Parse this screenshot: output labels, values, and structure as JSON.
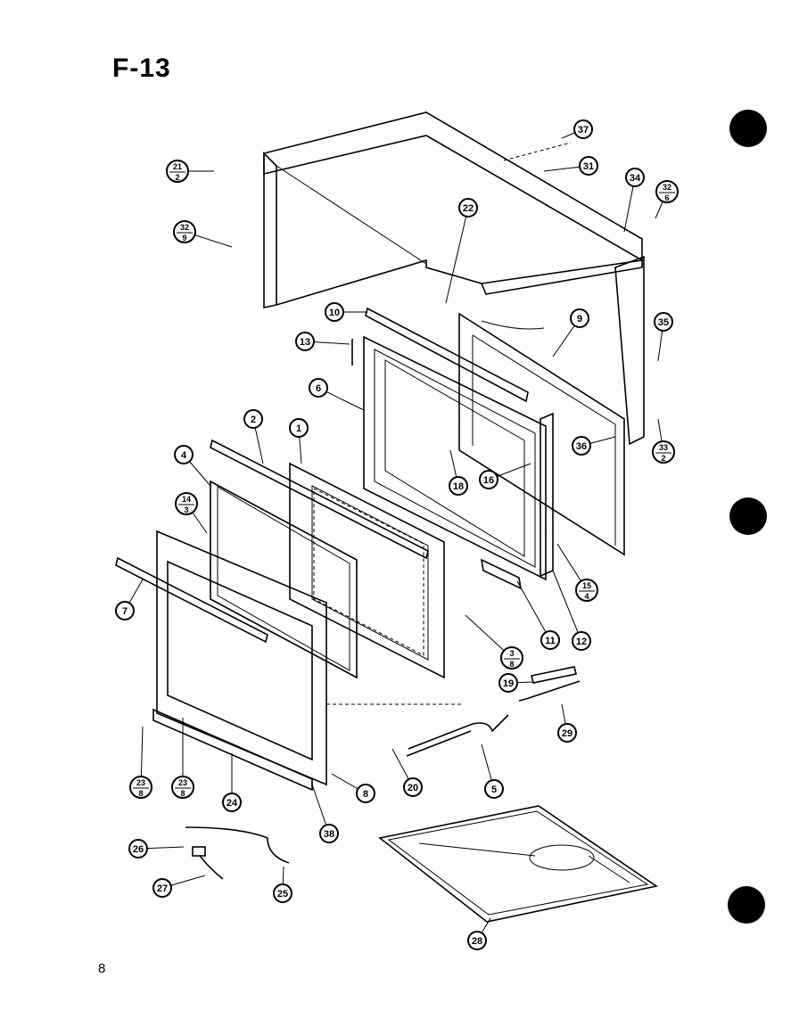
{
  "page": {
    "title": "F-13",
    "page_number": "8"
  },
  "callouts": [
    {
      "id": "c37",
      "text": "37"
    },
    {
      "id": "c31",
      "text": "31"
    },
    {
      "id": "c21-2",
      "text": "21",
      "sub": "2"
    },
    {
      "id": "c34",
      "text": "34"
    },
    {
      "id": "c32-6a",
      "text": "32",
      "sub": "6"
    },
    {
      "id": "c22",
      "text": "22"
    },
    {
      "id": "c32-9",
      "text": "32",
      "sub": "9"
    },
    {
      "id": "c10",
      "text": "10"
    },
    {
      "id": "c9",
      "text": "9"
    },
    {
      "id": "c35",
      "text": "35"
    },
    {
      "id": "c13",
      "text": "13"
    },
    {
      "id": "c6",
      "text": "6"
    },
    {
      "id": "c2",
      "text": "2"
    },
    {
      "id": "c1",
      "text": "1"
    },
    {
      "id": "c36",
      "text": "36"
    },
    {
      "id": "c33-2",
      "text": "33",
      "sub": "2"
    },
    {
      "id": "c4",
      "text": "4"
    },
    {
      "id": "c18",
      "text": "18"
    },
    {
      "id": "c16",
      "text": "16"
    },
    {
      "id": "c14-3",
      "text": "14",
      "sub": "3"
    },
    {
      "id": "c15-4",
      "text": "15",
      "sub": "4"
    },
    {
      "id": "c7",
      "text": "7"
    },
    {
      "id": "c11",
      "text": "11"
    },
    {
      "id": "c12",
      "text": "12"
    },
    {
      "id": "c3-8",
      "text": "3",
      "sub": "8"
    },
    {
      "id": "c19",
      "text": "19"
    },
    {
      "id": "c29",
      "text": "29"
    },
    {
      "id": "c23-8a",
      "text": "23",
      "sub": "8"
    },
    {
      "id": "c23-8b",
      "text": "23",
      "sub": "8"
    },
    {
      "id": "c24",
      "text": "24"
    },
    {
      "id": "c20",
      "text": "20"
    },
    {
      "id": "c5",
      "text": "5"
    },
    {
      "id": "c8",
      "text": "8"
    },
    {
      "id": "c38",
      "text": "38"
    },
    {
      "id": "c26",
      "text": "26"
    },
    {
      "id": "c27",
      "text": "27"
    },
    {
      "id": "c25",
      "text": "25"
    },
    {
      "id": "c28",
      "text": "28"
    }
  ]
}
